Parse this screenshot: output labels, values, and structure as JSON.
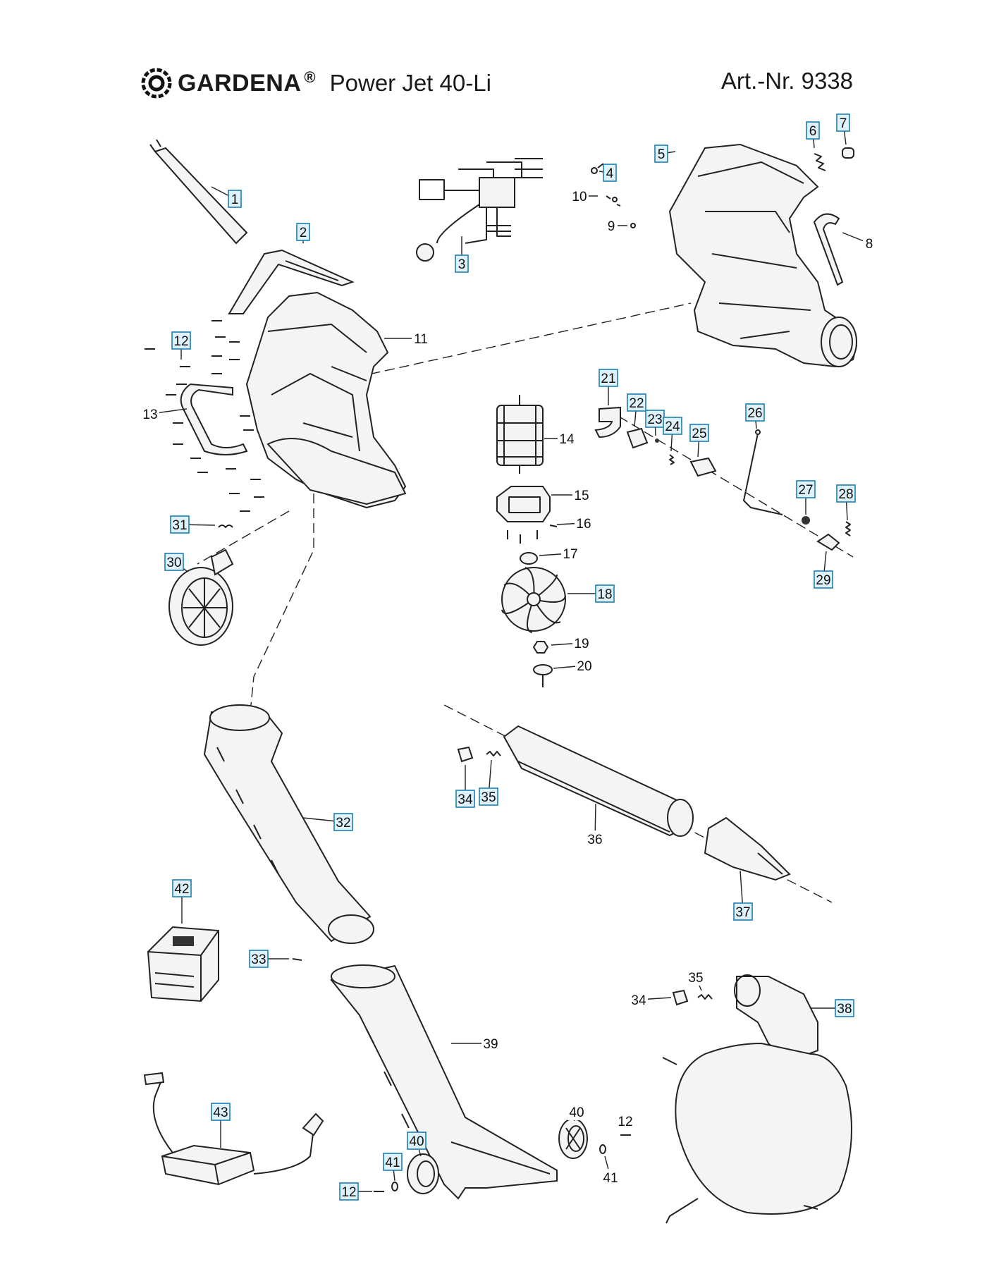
{
  "header": {
    "brand": "GARDENA",
    "brand_mark": "®",
    "product": "Power Jet 40-Li",
    "article": "Art.-Nr. 9338"
  },
  "callouts": [
    {
      "id": "c1",
      "label": "1",
      "boxed": true
    },
    {
      "id": "c2",
      "label": "2",
      "boxed": true
    },
    {
      "id": "c3",
      "label": "3",
      "boxed": true
    },
    {
      "id": "c4",
      "label": "4",
      "boxed": true
    },
    {
      "id": "c5",
      "label": "5",
      "boxed": true
    },
    {
      "id": "c6",
      "label": "6",
      "boxed": true
    },
    {
      "id": "c7",
      "label": "7",
      "boxed": true
    },
    {
      "id": "c8",
      "label": "8",
      "boxed": false
    },
    {
      "id": "c9",
      "label": "9",
      "boxed": false
    },
    {
      "id": "c10",
      "label": "10",
      "boxed": false
    },
    {
      "id": "c11",
      "label": "11",
      "boxed": false
    },
    {
      "id": "c12a",
      "label": "12",
      "boxed": true
    },
    {
      "id": "c13",
      "label": "13",
      "boxed": false
    },
    {
      "id": "c14",
      "label": "14",
      "boxed": false
    },
    {
      "id": "c15",
      "label": "15",
      "boxed": false
    },
    {
      "id": "c16",
      "label": "16",
      "boxed": false
    },
    {
      "id": "c17",
      "label": "17",
      "boxed": false
    },
    {
      "id": "c18",
      "label": "18",
      "boxed": true
    },
    {
      "id": "c19",
      "label": "19",
      "boxed": false
    },
    {
      "id": "c20",
      "label": "20",
      "boxed": false
    },
    {
      "id": "c21",
      "label": "21",
      "boxed": true
    },
    {
      "id": "c22",
      "label": "22",
      "boxed": true
    },
    {
      "id": "c23",
      "label": "23",
      "boxed": true
    },
    {
      "id": "c24",
      "label": "24",
      "boxed": true
    },
    {
      "id": "c25",
      "label": "25",
      "boxed": true
    },
    {
      "id": "c26",
      "label": "26",
      "boxed": true
    },
    {
      "id": "c27",
      "label": "27",
      "boxed": true
    },
    {
      "id": "c28",
      "label": "28",
      "boxed": true
    },
    {
      "id": "c29",
      "label": "29",
      "boxed": true
    },
    {
      "id": "c30",
      "label": "30",
      "boxed": true
    },
    {
      "id": "c31",
      "label": "31",
      "boxed": true
    },
    {
      "id": "c32",
      "label": "32",
      "boxed": true
    },
    {
      "id": "c33",
      "label": "33",
      "boxed": true
    },
    {
      "id": "c34a",
      "label": "34",
      "boxed": true
    },
    {
      "id": "c35a",
      "label": "35",
      "boxed": true
    },
    {
      "id": "c36",
      "label": "36",
      "boxed": false
    },
    {
      "id": "c37",
      "label": "37",
      "boxed": true
    },
    {
      "id": "c34b",
      "label": "34",
      "boxed": false
    },
    {
      "id": "c35b",
      "label": "35",
      "boxed": false
    },
    {
      "id": "c38",
      "label": "38",
      "boxed": true
    },
    {
      "id": "c39",
      "label": "39",
      "boxed": false
    },
    {
      "id": "c40a",
      "label": "40",
      "boxed": false
    },
    {
      "id": "c12b",
      "label": "12",
      "boxed": false
    },
    {
      "id": "c41b",
      "label": "41",
      "boxed": false
    },
    {
      "id": "c40b",
      "label": "40",
      "boxed": true
    },
    {
      "id": "c41a",
      "label": "41",
      "boxed": true
    },
    {
      "id": "c12c",
      "label": "12",
      "boxed": true
    },
    {
      "id": "c42",
      "label": "42",
      "boxed": true
    },
    {
      "id": "c43",
      "label": "43",
      "boxed": true
    }
  ]
}
